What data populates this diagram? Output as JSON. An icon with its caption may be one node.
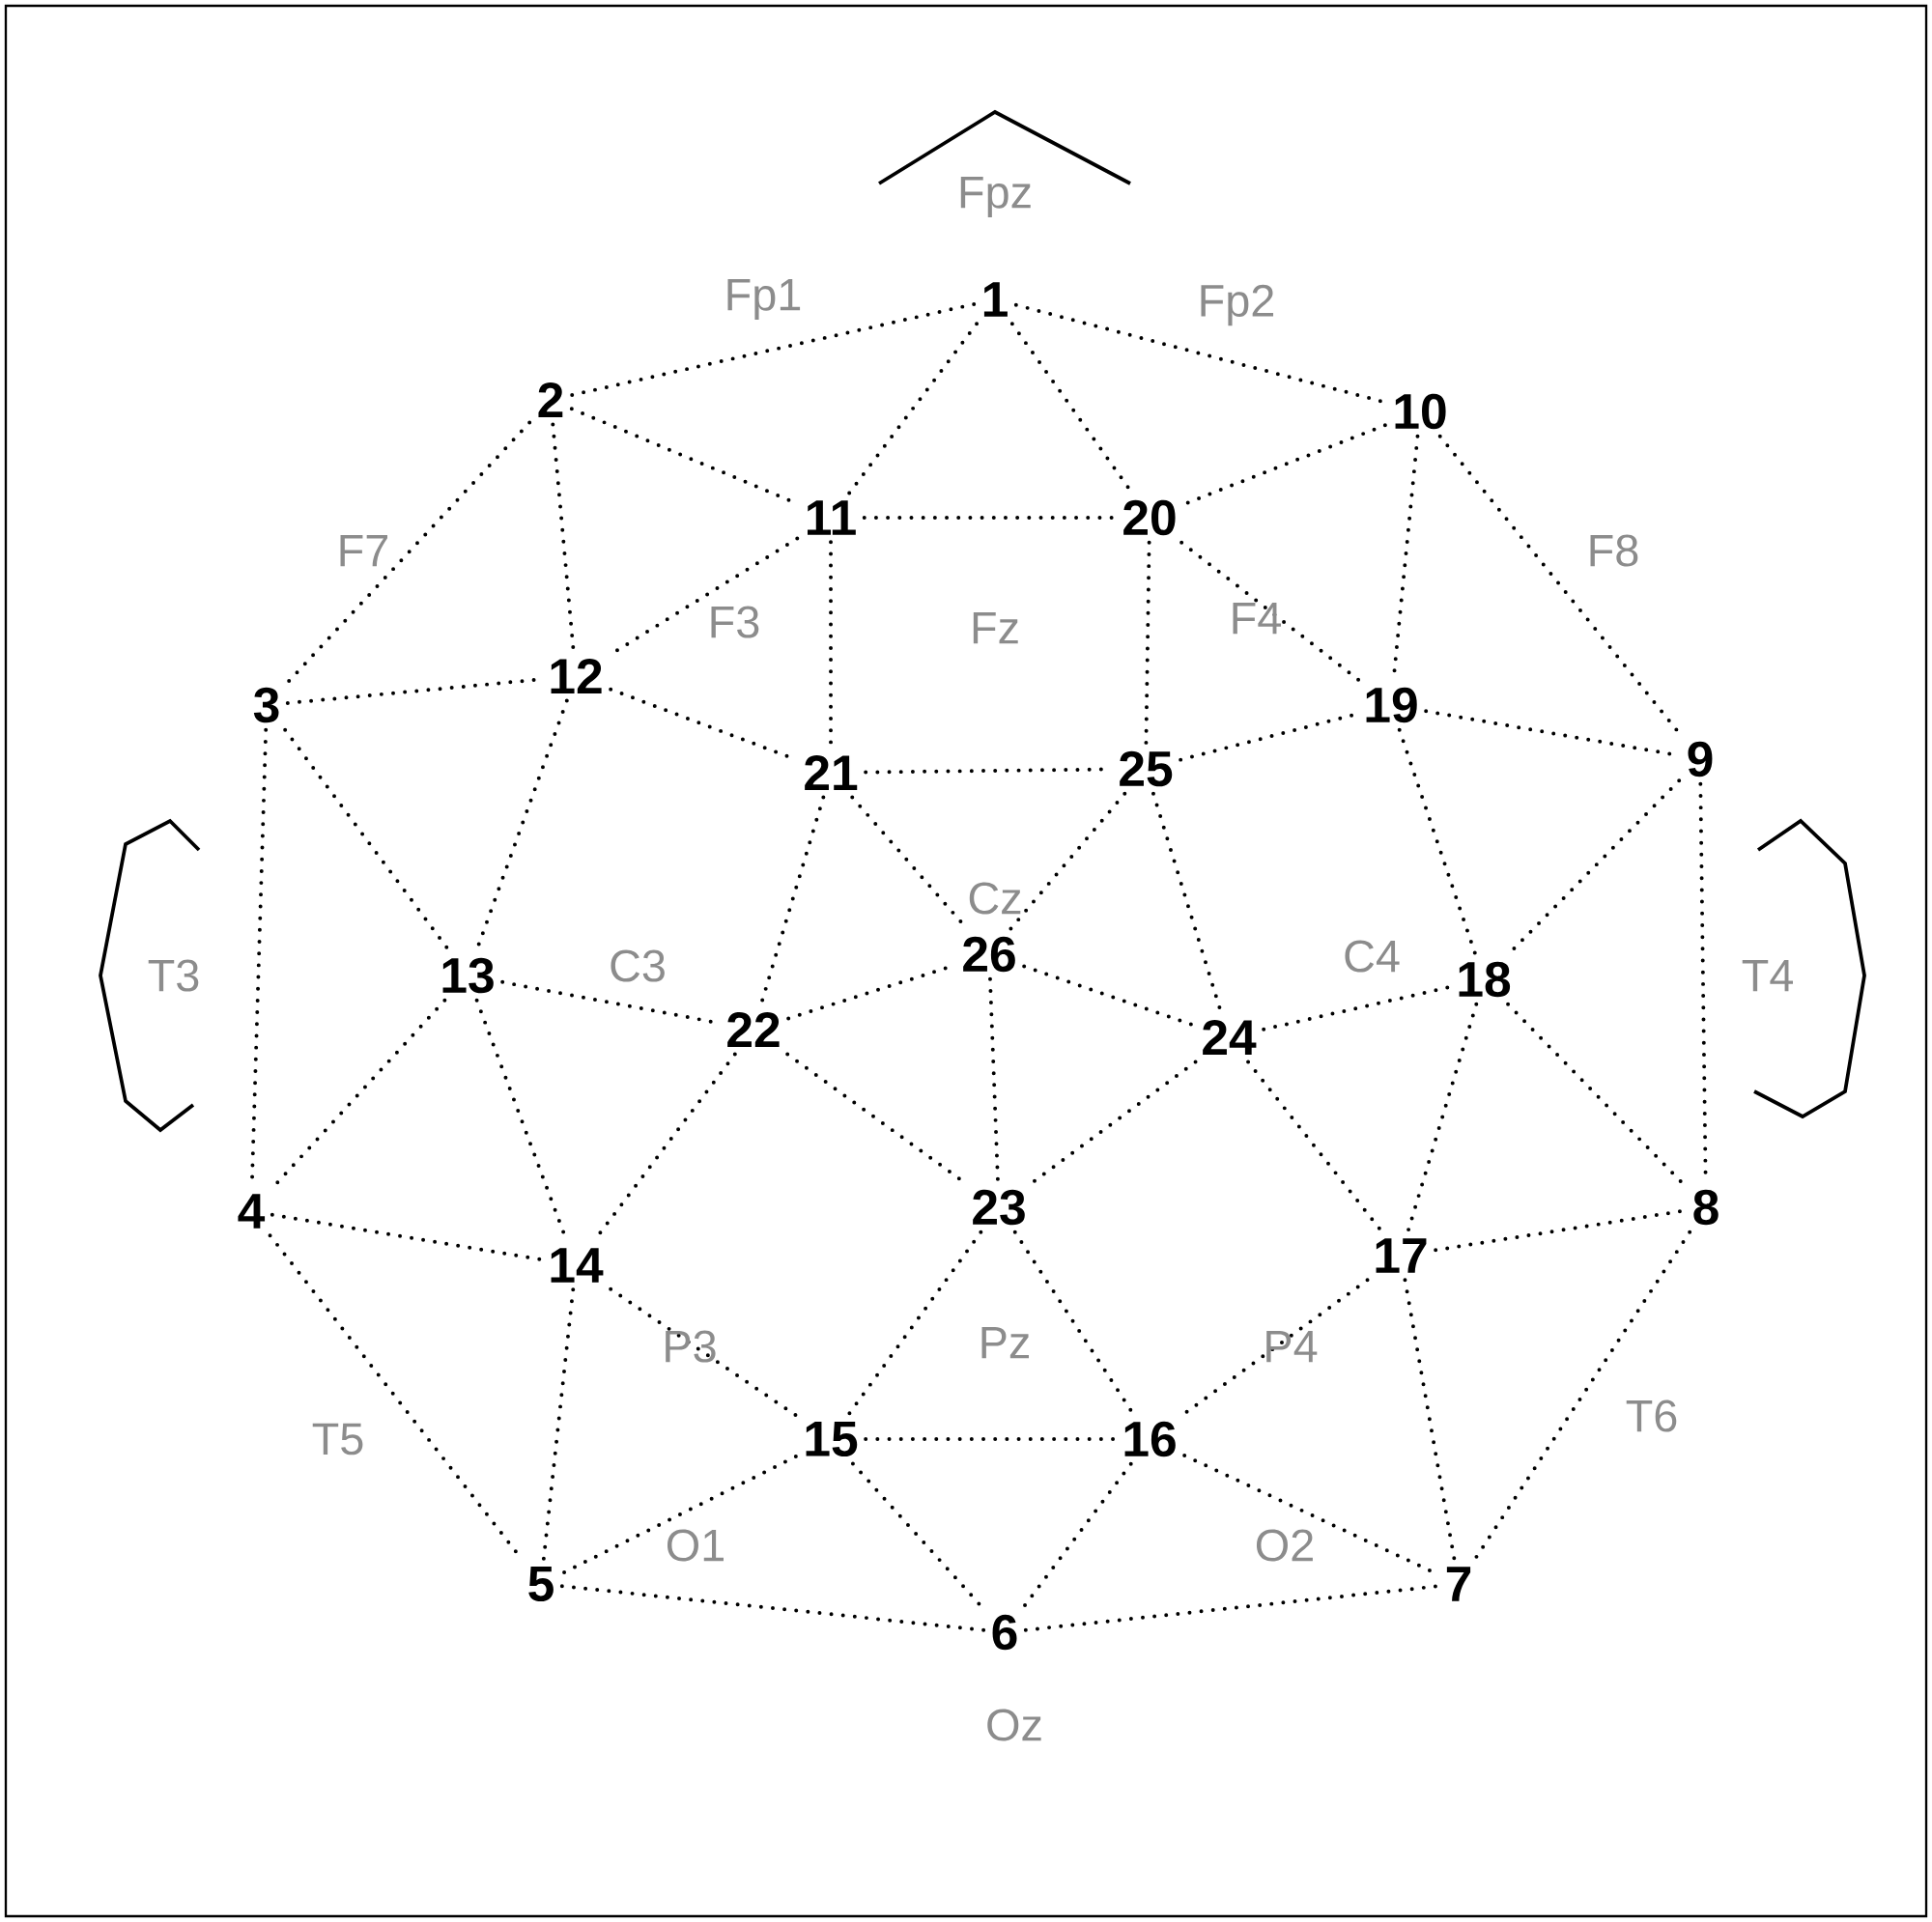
{
  "diagram": {
    "nodes": [
      {
        "text": [
          "1"
        ]
      },
      {
        "text": [
          "2"
        ]
      },
      {
        "text": [
          "3"
        ]
      },
      {
        "text": [
          "4"
        ]
      },
      {
        "text": [
          "5"
        ]
      },
      {
        "text": [
          "6"
        ]
      },
      {
        "text": [
          "7"
        ]
      },
      {
        "text": [
          "8"
        ]
      },
      {
        "text": [
          "9"
        ]
      },
      {
        "text": [
          "10"
        ]
      },
      {
        "text": [
          "11"
        ]
      },
      {
        "text": [
          "12"
        ]
      },
      {
        "text": [
          "13"
        ]
      },
      {
        "text": [
          "14"
        ]
      },
      {
        "text": [
          "15"
        ]
      },
      {
        "text": [
          "16"
        ]
      },
      {
        "text": [
          "17"
        ]
      },
      {
        "text": [
          "18"
        ]
      },
      {
        "text": [
          "19"
        ]
      },
      {
        "text": [
          "20"
        ]
      },
      {
        "text": [
          "21"
        ]
      },
      {
        "text": [
          "22"
        ]
      },
      {
        "text": [
          "23"
        ]
      },
      {
        "text": [
          "24"
        ]
      },
      {
        "text": [
          "25"
        ]
      },
      {
        "text": [
          "26"
        ]
      }
    ],
    "edges": [
      {
        "from": 0,
        "to": 1,
        "arrow": "none"
      },
      {
        "from": 0,
        "to": 9,
        "arrow": "none"
      },
      {
        "from": 0,
        "to": 10,
        "arrow": "none"
      },
      {
        "from": 0,
        "to": 19,
        "arrow": "none"
      },
      {
        "from": 1,
        "to": 10,
        "arrow": "none"
      },
      {
        "from": 1,
        "to": 11,
        "arrow": "none"
      },
      {
        "from": 1,
        "to": 2,
        "arrow": "none"
      },
      {
        "from": 9,
        "to": 19,
        "arrow": "none"
      },
      {
        "from": 9,
        "to": 18,
        "arrow": "none"
      },
      {
        "from": 9,
        "to": 8,
        "arrow": "none"
      },
      {
        "from": 10,
        "to": 19,
        "arrow": "none"
      },
      {
        "from": 10,
        "to": 11,
        "arrow": "none"
      },
      {
        "from": 10,
        "to": 20,
        "arrow": "none"
      },
      {
        "from": 19,
        "to": 24,
        "arrow": "none"
      },
      {
        "from": 19,
        "to": 18,
        "arrow": "none"
      },
      {
        "from": 2,
        "to": 11,
        "arrow": "none"
      },
      {
        "from": 2,
        "to": 12,
        "arrow": "none"
      },
      {
        "from": 2,
        "to": 3,
        "arrow": "none"
      },
      {
        "from": 11,
        "to": 20,
        "arrow": "none"
      },
      {
        "from": 11,
        "to": 12,
        "arrow": "none"
      },
      {
        "from": 20,
        "to": 24,
        "arrow": "none"
      },
      {
        "from": 20,
        "to": 21,
        "arrow": "none"
      },
      {
        "from": 20,
        "to": 25,
        "arrow": "none"
      },
      {
        "from": 24,
        "to": 18,
        "arrow": "none"
      },
      {
        "from": 24,
        "to": 25,
        "arrow": "none"
      },
      {
        "from": 24,
        "to": 23,
        "arrow": "none"
      },
      {
        "from": 18,
        "to": 8,
        "arrow": "none"
      },
      {
        "from": 18,
        "to": 17,
        "arrow": "none"
      },
      {
        "from": 8,
        "to": 17,
        "arrow": "none"
      },
      {
        "from": 8,
        "to": 7,
        "arrow": "none"
      },
      {
        "from": 12,
        "to": 21,
        "arrow": "none"
      },
      {
        "from": 12,
        "to": 13,
        "arrow": "none"
      },
      {
        "from": 12,
        "to": 3,
        "arrow": "none"
      },
      {
        "from": 21,
        "to": 25,
        "arrow": "none"
      },
      {
        "from": 21,
        "to": 13,
        "arrow": "none"
      },
      {
        "from": 21,
        "to": 22,
        "arrow": "none"
      },
      {
        "from": 25,
        "to": 23,
        "arrow": "none"
      },
      {
        "from": 25,
        "to": 22,
        "arrow": "none"
      },
      {
        "from": 23,
        "to": 17,
        "arrow": "none"
      },
      {
        "from": 23,
        "to": 16,
        "arrow": "none"
      },
      {
        "from": 23,
        "to": 22,
        "arrow": "none"
      },
      {
        "from": 17,
        "to": 7,
        "arrow": "none"
      },
      {
        "from": 17,
        "to": 16,
        "arrow": "none"
      },
      {
        "from": 3,
        "to": 13,
        "arrow": "none"
      },
      {
        "from": 3,
        "to": 4,
        "arrow": "none"
      },
      {
        "from": 13,
        "to": 14,
        "arrow": "none"
      },
      {
        "from": 13,
        "to": 4,
        "arrow": "none"
      },
      {
        "from": 22,
        "to": 14,
        "arrow": "none"
      },
      {
        "from": 22,
        "to": 15,
        "arrow": "none"
      },
      {
        "from": 16,
        "to": 7,
        "arrow": "none"
      },
      {
        "from": 16,
        "to": 15,
        "arrow": "none"
      },
      {
        "from": 16,
        "to": 6,
        "arrow": "none"
      },
      {
        "from": 7,
        "to": 6,
        "arrow": "none"
      },
      {
        "from": 14,
        "to": 15,
        "arrow": "none"
      },
      {
        "from": 14,
        "to": 4,
        "arrow": "none"
      },
      {
        "from": 14,
        "to": 5,
        "arrow": "none"
      },
      {
        "from": 15,
        "to": 5,
        "arrow": "none"
      },
      {
        "from": 15,
        "to": 6,
        "arrow": "none"
      },
      {
        "from": 4,
        "to": 5,
        "arrow": "none"
      },
      {
        "from": 5,
        "to": 6,
        "arrow": "none"
      }
    ],
    "labels": [
      "Fpz",
      "Fp1",
      "Fp2",
      "F7",
      "F8",
      "F3",
      "Fz",
      "F4",
      "T3",
      "C3",
      "Cz",
      "C4",
      "T4",
      "T5",
      "P3",
      "Pz",
      "P4",
      "T6",
      "O1",
      "O2",
      "Oz"
    ]
  }
}
